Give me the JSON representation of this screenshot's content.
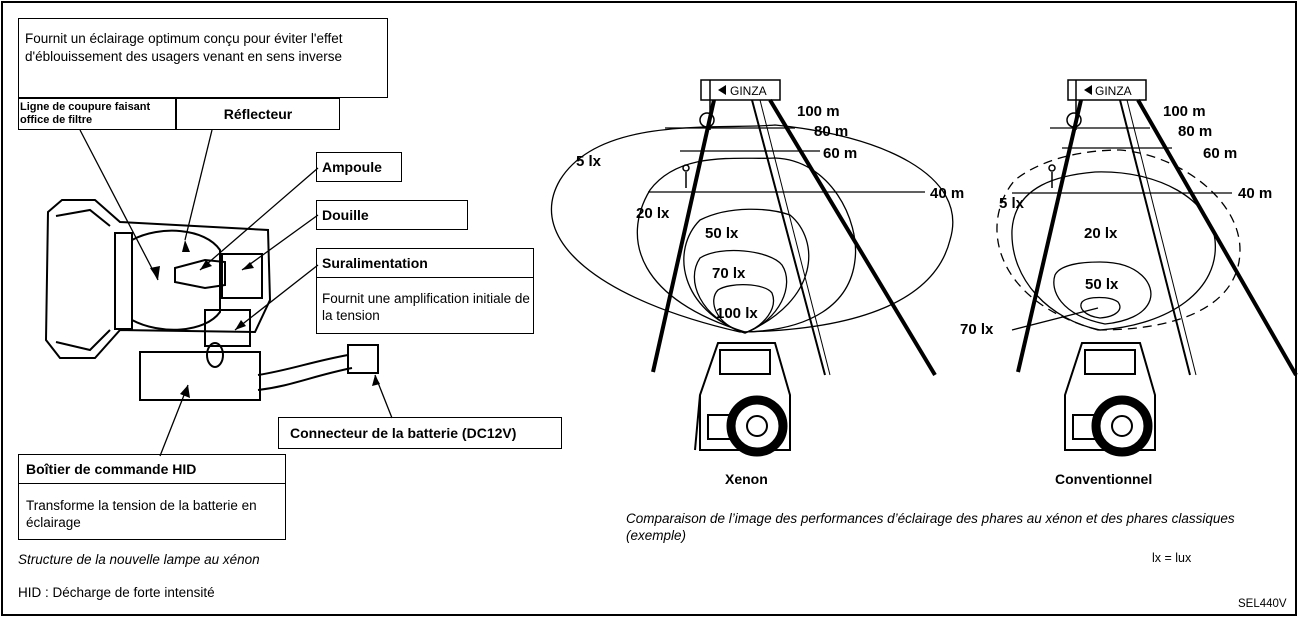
{
  "left": {
    "intro": "Fournit un éclairage optimum conçu pour éviter l'effet d'éblouissement des usagers venant en sens inverse",
    "cutoff_label": "Ligne de coupure faisant office de filtre",
    "reflector_label": "Réflecteur",
    "bulb_label": "Ampoule",
    "socket_label": "Douille",
    "booster_title": "Suralimentation",
    "booster_desc": "Fournit une amplification initiale de la tension",
    "connector_label": "Connecteur de la batterie (DC12V)",
    "hid_title": "Boîtier de commande HID",
    "hid_desc": "Transforme la tension de la batterie en éclairage",
    "caption": "Structure de la nouvelle lampe au xénon",
    "hid_note": "HID : Décharge de forte intensité"
  },
  "right": {
    "sign": "GINZA",
    "distances": [
      "100 m",
      "80 m",
      "60 m",
      "40 m"
    ],
    "xenon_lux": [
      "5 lx",
      "20 lx",
      "50 lx",
      "70 lx",
      "100 lx"
    ],
    "conv_lux": [
      "5 lx",
      "20 lx",
      "50 lx",
      "70 lx"
    ],
    "xenon_label": "Xenon",
    "conv_label": "Conventionnel",
    "caption": "Comparaison de l’image des performances d’éclairage des phares au xénon et des phares classiques (exemple)",
    "lux_note": "lx = lux",
    "code": "SEL440V"
  }
}
